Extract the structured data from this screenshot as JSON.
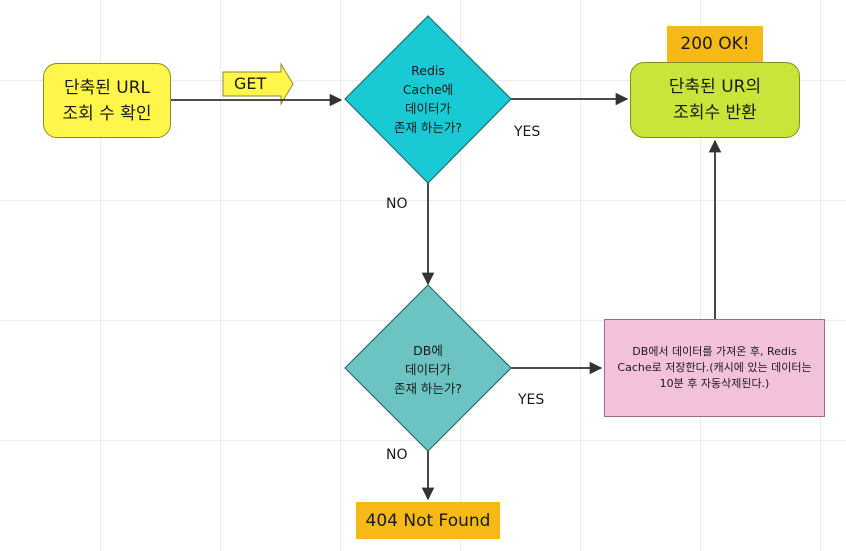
{
  "start_box": {
    "line1": "단축된 URL",
    "line2": "조회 수 확인"
  },
  "get_label": "GET",
  "decision_redis": {
    "line1": "Redis",
    "line2": "Cache에",
    "line3": "데이터가",
    "line4": "존재 하는가?"
  },
  "decision_db": {
    "line1": "DB에",
    "line2": "데이터가",
    "line3": "존재 하는가?"
  },
  "yes_label_1": "YES",
  "yes_label_2": "YES",
  "no_label_1": "NO",
  "no_label_2": "NO",
  "result_box": {
    "line1": "단축된 UR의",
    "line2": "조회수 반환"
  },
  "ok_badge": "200 OK!",
  "store_box": {
    "line1": "DB에서 데이터를 가져온 후, Redis",
    "line2": "Cache로 저장한다.(캐시에 있는 데이터는",
    "line3": "10분 후 자동삭제된다.)"
  },
  "not_found_badge": "404 Not Found",
  "colors": {
    "start_fill": "#fff64b",
    "redis_fill": "#19c9d4",
    "db_fill": "#6cc4c2",
    "result_fill": "#c9e53a",
    "badge_fill": "#f7b916",
    "store_fill": "#f4c1db",
    "get_arrow_fill": "#fff64b"
  }
}
